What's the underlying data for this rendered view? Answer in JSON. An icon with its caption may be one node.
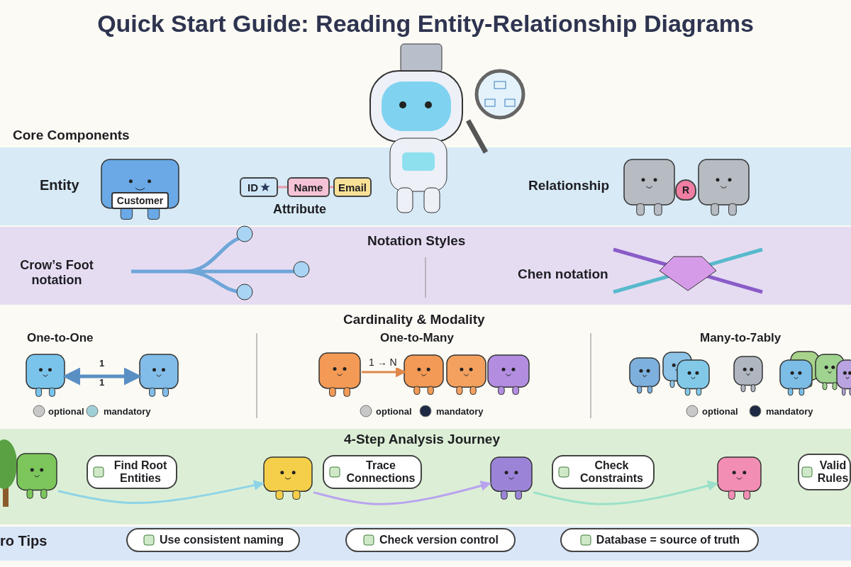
{
  "diagram": {
    "title": "Quick Start Guide: Reading Entity-Relationship Diagrams",
    "nodes": [
      {
        "text": [
          "Customer"
        ]
      },
      {
        "text": [
          "ID"
        ]
      },
      {
        "text": [
          "Name"
        ]
      },
      {
        "text": [
          "Email"
        ]
      },
      {
        "text": [],
        "shape": "picture"
      },
      {
        "text": [
          "R"
        ]
      },
      {
        "text": [],
        "shape": "picture"
      },
      {
        "text": [],
        "shape": "picture"
      },
      {
        "text": [],
        "shape": "picture"
      },
      {
        "text": [],
        "shape": "picture"
      },
      {
        "text": [],
        "shape": "picture"
      },
      {
        "text": [],
        "shape": "picture"
      },
      {
        "text": [
          "Find Root Entities"
        ]
      },
      {
        "text": [],
        "shape": "picture"
      },
      {
        "text": [
          "Trace Connections"
        ]
      },
      {
        "text": [],
        "shape": "picture"
      },
      {
        "text": [
          "Check Constraints"
        ]
      },
      {
        "text": [],
        "shape": "picture"
      },
      {
        "text": [
          "Valid Rules"
        ]
      },
      {
        "text": [
          "Use consistent naming"
        ]
      },
      {
        "text": [
          "Check version control"
        ]
      },
      {
        "text": [
          "Database = source of truth"
        ]
      }
    ],
    "edges": [
      {
        "from": 1,
        "to": 2,
        "arrow": "none",
        "color": "#e89aa8"
      },
      {
        "from": 2,
        "to": 3,
        "arrow": "none",
        "color": "#e89aa8"
      },
      {
        "from": 7,
        "to": 8,
        "arrow": "both",
        "color": "#5a8fc4"
      },
      {
        "from": 9,
        "to": 10,
        "arrow": "to",
        "label": "1 → N",
        "color": "#e0874a"
      },
      {
        "from": 11,
        "to": 13,
        "arrow": "to",
        "color": "#8fd4e6"
      },
      {
        "from": 13,
        "to": 15,
        "arrow": "to",
        "color": "#b9a3ef"
      },
      {
        "from": 15,
        "to": 17,
        "arrow": "to",
        "color": "#9be0c9"
      }
    ],
    "labels": [
      "Core Components",
      "Entity",
      "Attribute",
      "Relationship",
      "Notation Styles",
      "Crow’s Foot notation",
      "Chen notation",
      "Cardinality & Modality",
      "One-to-One",
      "1",
      "1",
      "One-to-Many",
      "Many-to-7ably",
      "optional",
      "mandatory",
      "optional",
      "mandatory",
      "optional",
      "mandatory",
      "4-Step Analysis Journey",
      "ro Tips"
    ]
  }
}
